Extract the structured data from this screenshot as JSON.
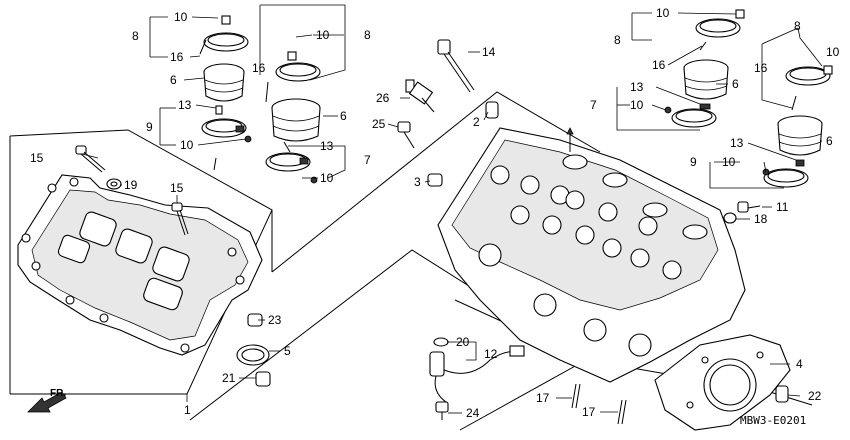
{
  "diagram": {
    "code": "MBW3-E0201",
    "direction_label": "FR.",
    "callouts": {
      "c1": "1",
      "c2": "2",
      "c3": "3",
      "c4": "4",
      "c5": "5",
      "c6a": "6",
      "c6b": "6",
      "c6c": "6",
      "c6d": "6",
      "c7a": "7",
      "c7b": "7",
      "c8a": "8",
      "c8b": "8",
      "c8c": "8",
      "c9a": "9",
      "c9b": "9",
      "c10a": "10",
      "c10b": "10",
      "c10c": "10",
      "c10d": "10",
      "c10e": "10",
      "c10f": "10",
      "c10g": "10",
      "c10h": "10",
      "c11": "11",
      "c12": "12",
      "c13a": "13",
      "c13b": "13",
      "c13c": "13",
      "c13d": "13",
      "c14": "14",
      "c15a": "15",
      "c15b": "15",
      "c16a": "16",
      "c16b": "16",
      "c16c": "16",
      "c16d": "16",
      "c17a": "17",
      "c17b": "17",
      "c18": "18",
      "c19": "19",
      "c20": "20",
      "c21": "21",
      "c22": "22",
      "c23": "23",
      "c24": "24",
      "c25": "25",
      "c26": "26"
    }
  }
}
